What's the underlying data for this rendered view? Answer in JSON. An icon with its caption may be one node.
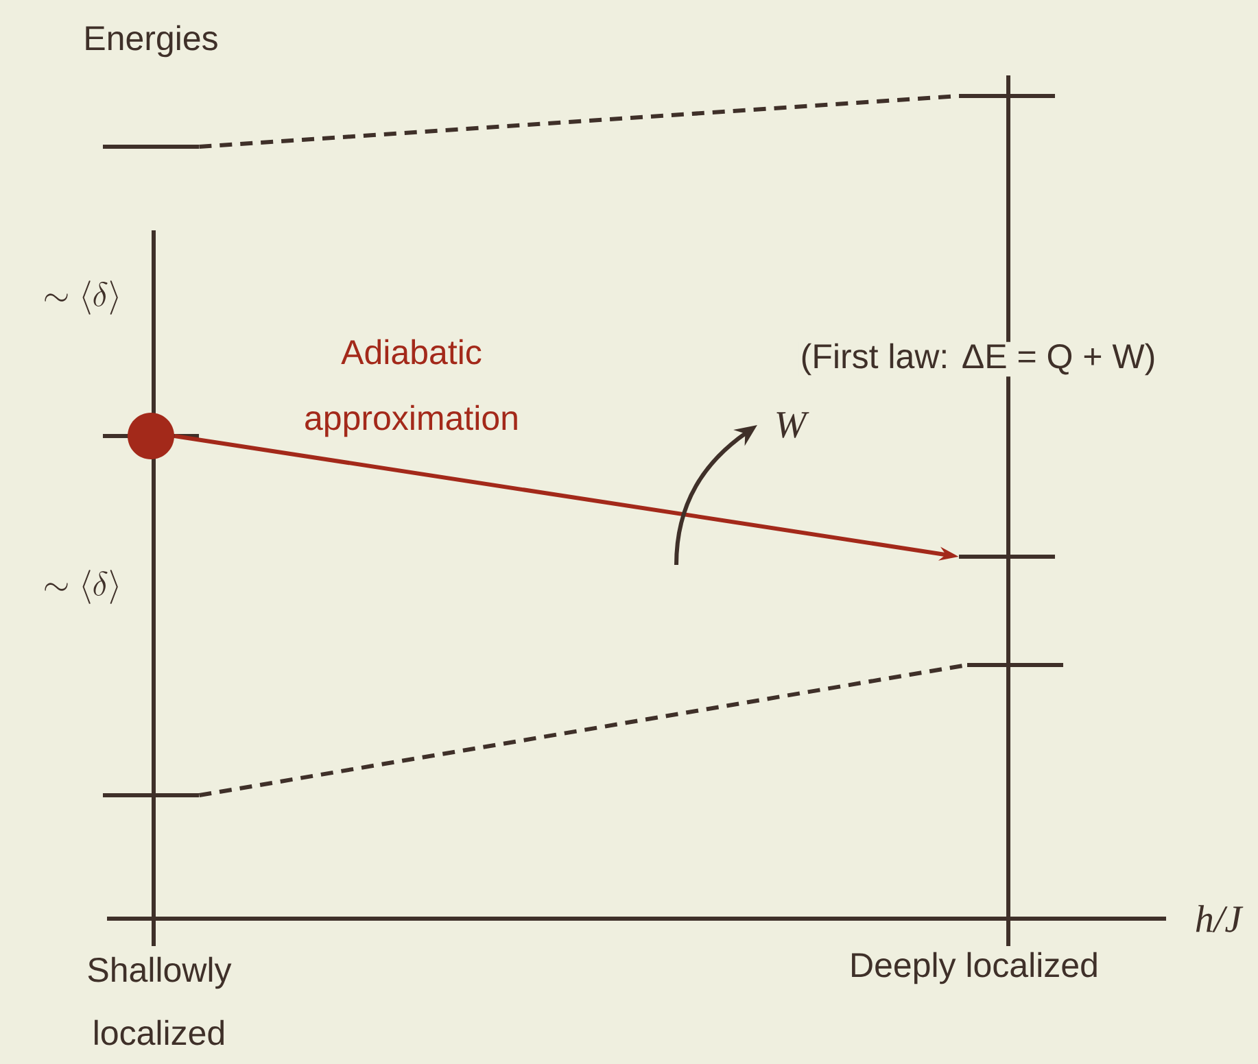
{
  "diagram": {
    "nodes": [
      {
        "text": [],
        "shape": "bar"
      },
      {
        "text": [],
        "shape": "bar"
      },
      {
        "text": [],
        "shape": "bar"
      },
      {
        "text": [],
        "shape": "circle"
      },
      {
        "text": [],
        "shape": "bar"
      },
      {
        "text": [],
        "shape": "bar"
      },
      {
        "text": [],
        "shape": "bar"
      }
    ],
    "edges": [
      {
        "from": 0,
        "to": 1,
        "arrow": "none",
        "style": "dashed"
      },
      {
        "from": 3,
        "to": 4,
        "arrow": "to",
        "color": "#a3291a",
        "label": "Adiabatic approximation"
      },
      {
        "from": 6,
        "to": 5,
        "arrow": "none",
        "style": "dashed"
      }
    ],
    "labels": [
      "Energies",
      "\\sim \\langle \\delta \\rangle",
      "(First law: ΔE = Q + W)",
      "W",
      "\\sim \\langle \\delta \\rangle",
      "h/J",
      "Shallowly localized",
      "Deeply localized"
    ]
  }
}
